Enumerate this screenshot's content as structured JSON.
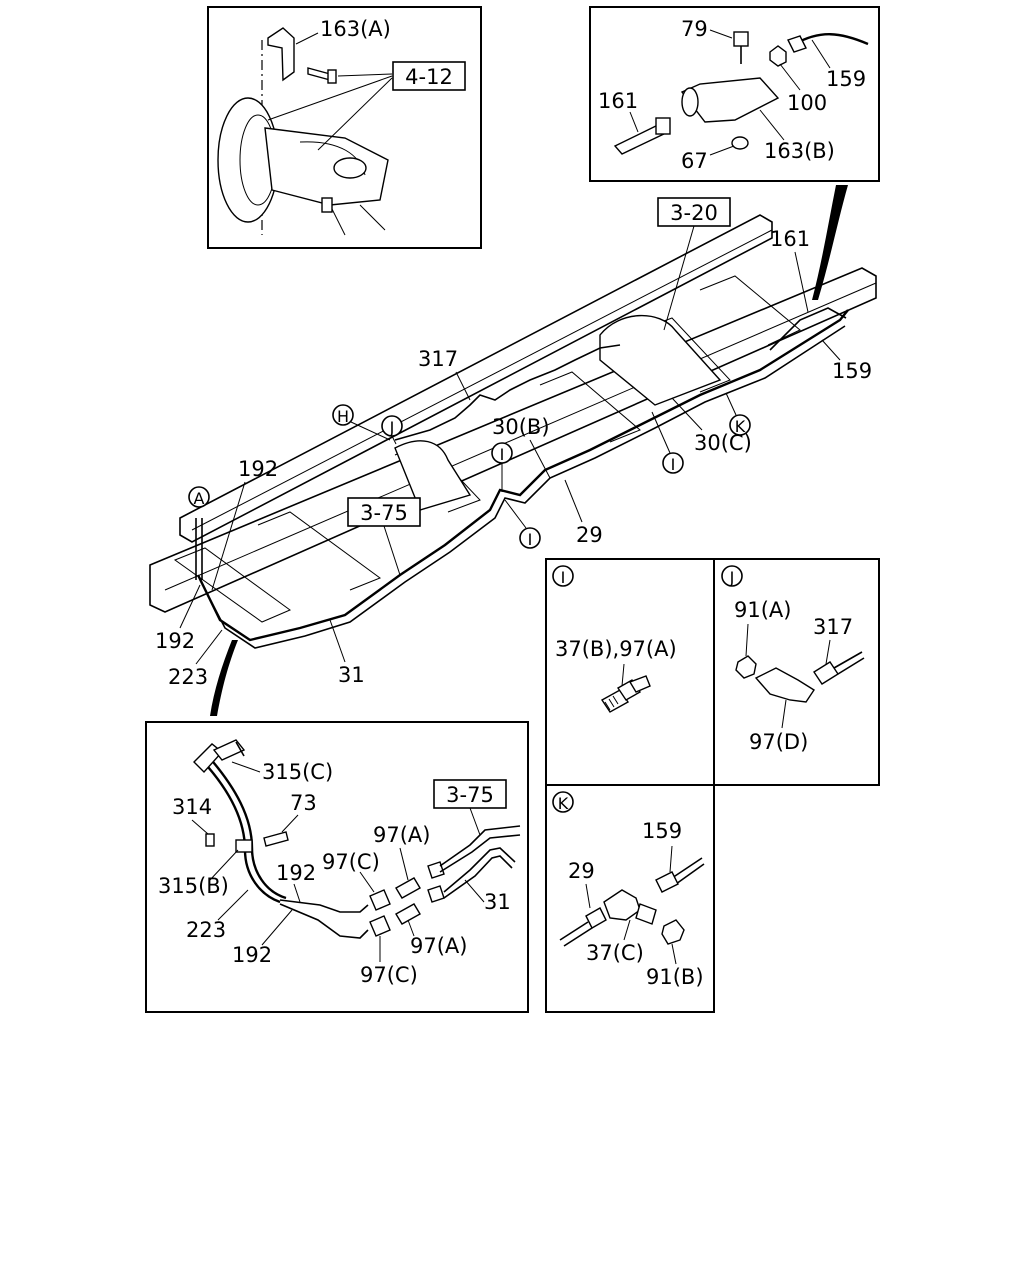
{
  "refs": {
    "r412": "4-12",
    "r320": "3-20",
    "r375a": "3-75",
    "r375b": "3-75"
  },
  "detail_tl": {
    "l163a": "163(A)"
  },
  "detail_tr": {
    "l79": "79",
    "l159": "159",
    "l161": "161",
    "l100": "100",
    "l67": "67",
    "l163b": "163(B)"
  },
  "main": {
    "l320_161": "161",
    "l159": "159",
    "l317": "317",
    "lH": "H",
    "lJ": "J",
    "l30b": "30(B)",
    "l30c": "30(C)",
    "lK": "K",
    "lI1": "I",
    "lI2": "I",
    "lI3": "I",
    "l29": "29",
    "l192a": "192",
    "l192b": "192",
    "lA": "A",
    "l223": "223",
    "l31": "31"
  },
  "detail_bl": {
    "l315c": "315(C)",
    "l314": "314",
    "l73": "73",
    "l97a1": "97(A)",
    "l31": "31",
    "l97c1": "97(C)",
    "l192a": "192",
    "l315b": "315(B)",
    "l223": "223",
    "l192b": "192",
    "l97a2": "97(A)",
    "l97c2": "97(C)"
  },
  "detail_I": {
    "tag": "I",
    "label": "37(B),97(A)"
  },
  "detail_J": {
    "tag": "J",
    "l91a": "91(A)",
    "l317": "317",
    "l97d": "97(D)"
  },
  "detail_K": {
    "tag": "K",
    "l159": "159",
    "l29": "29",
    "l37c": "37(C)",
    "l91b": "91(B)"
  }
}
